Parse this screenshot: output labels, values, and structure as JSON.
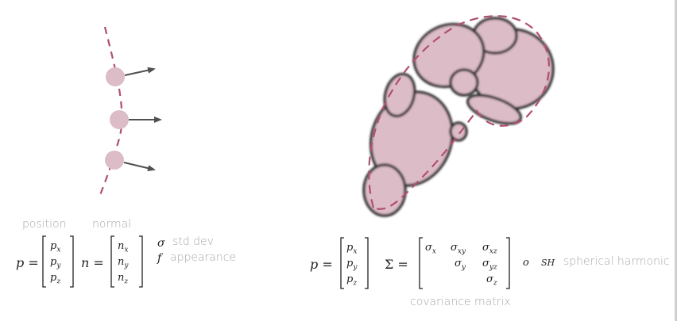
{
  "colors": {
    "dashed_curve": "#b0506e",
    "gaussian_fill": "#dcbcc6",
    "outline": "#2d2d2d",
    "arrow": "#505050",
    "label_gray": "#a9a9a9"
  },
  "left": {
    "label_position": "position",
    "label_normal": "normal",
    "p_symbol": "p =",
    "p_vector": [
      "p",
      "p",
      "p"
    ],
    "p_subs": [
      "x",
      "y",
      "z"
    ],
    "n_symbol": "n =",
    "n_vector": [
      "n",
      "n",
      "n"
    ],
    "n_subs": [
      "x",
      "y",
      "z"
    ],
    "sigma_symbol": "σ",
    "sigma_label": "std dev",
    "f_symbol": "f",
    "f_label": "appearance"
  },
  "right": {
    "p_symbol": "p =",
    "p_vector": [
      "p",
      "p",
      "p"
    ],
    "p_subs": [
      "x",
      "y",
      "z"
    ],
    "Sigma_symbol": "Σ =",
    "cov_row1": [
      "σ",
      "σ",
      "σ"
    ],
    "cov_row1_subs": [
      "x",
      "xy",
      "xz"
    ],
    "cov_row2": [
      "σ",
      "σ"
    ],
    "cov_row2_subs": [
      "y",
      "yz"
    ],
    "cov_row3": [
      "σ"
    ],
    "cov_row3_subs": [
      "z"
    ],
    "o_symbol": "o",
    "sh_symbol": "SH",
    "sh_label": "spherical harmonic",
    "cov_label": "covariance matrix"
  }
}
